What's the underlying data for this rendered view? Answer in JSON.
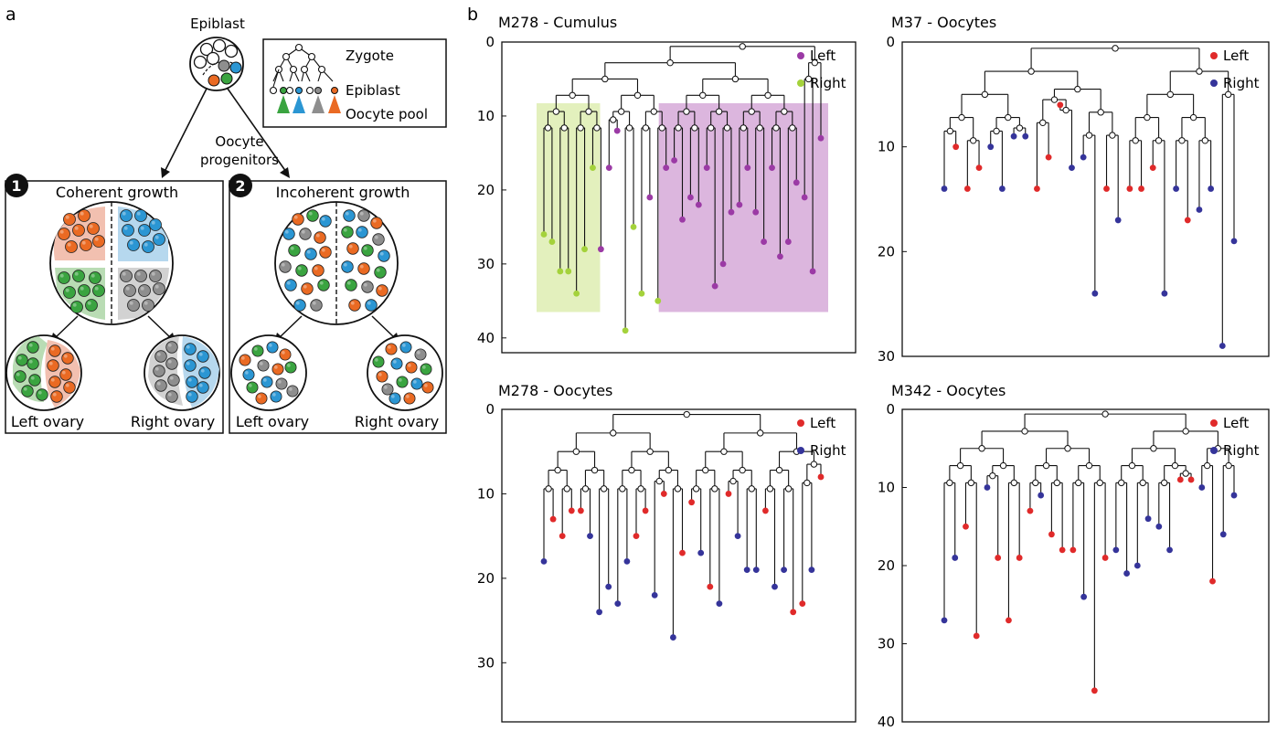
{
  "panel_a": {
    "label": "a",
    "epiblast": "Epiblast",
    "legend": {
      "zygote": "Zygote",
      "epiblast": "Epiblast",
      "oocyte_pool": "Oocyte pool"
    },
    "progenitors_line1": "Oocyte",
    "progenitors_line2": "progenitors",
    "scenario1": {
      "number": "1",
      "title": "Coherent growth",
      "left": "Left ovary",
      "right": "Right ovary"
    },
    "scenario2": {
      "number": "2",
      "title": "Incoherent growth",
      "left": "Left ovary",
      "right": "Right ovary"
    },
    "colors": {
      "orange": "#ea6a23",
      "blue": "#2b96d3",
      "green": "#3aa440",
      "gray": "#8e8e8e",
      "orange_zone": "#f2c0b0",
      "blue_zone": "#b6d8ee",
      "green_zone": "#b9dcb4",
      "gray_zone": "#d2d2d2"
    }
  },
  "panel_b": {
    "label": "b"
  },
  "chart_data": [
    {
      "type": "dendrogram",
      "title": "M278 - Cumulus",
      "ylim": [
        0,
        42
      ],
      "yticks": [
        0,
        10,
        20,
        30,
        40
      ],
      "legend": [
        {
          "name": "Left",
          "color": "#9b3aa5"
        },
        {
          "name": "Right",
          "color": "#a4d23b"
        }
      ],
      "highlight_regions": [
        {
          "group": "Right",
          "color": "#e3f0bd"
        },
        {
          "group": "Left",
          "color": "#dcb6de"
        }
      ],
      "leaf_depths": [
        26,
        27,
        31,
        31,
        34,
        28,
        17,
        28,
        17,
        12,
        39,
        25,
        34,
        21,
        35,
        17,
        16,
        24,
        21,
        22,
        17,
        33,
        30,
        23,
        22,
        17,
        23,
        27,
        17,
        29,
        27,
        19,
        21,
        31,
        13
      ],
      "leaf_groups": [
        "Right",
        "Right",
        "Right",
        "Right",
        "Right",
        "Right",
        "Right",
        "Left",
        "Left",
        "Left",
        "Right",
        "Right",
        "Right",
        "Left",
        "Right",
        "Left",
        "Left",
        "Left",
        "Left",
        "Left",
        "Left",
        "Left",
        "Left",
        "Left",
        "Left",
        "Left",
        "Left",
        "Left",
        "Left",
        "Left",
        "Left",
        "Left",
        "Left",
        "Left",
        "Left"
      ]
    },
    {
      "type": "dendrogram",
      "title": "M37 - Oocytes",
      "ylim": [
        0,
        30
      ],
      "yticks": [
        0,
        10,
        20,
        30
      ],
      "legend": [
        {
          "name": "Left",
          "color": "#e02a2a"
        },
        {
          "name": "Right",
          "color": "#35349a"
        }
      ],
      "leaf_depths": [
        14,
        10,
        14,
        12,
        10,
        14,
        9,
        9,
        14,
        11,
        6,
        12,
        11,
        24,
        14,
        17,
        14,
        14,
        12,
        24,
        14,
        17,
        16,
        14,
        29,
        19
      ],
      "leaf_groups": [
        "Right",
        "Left",
        "Left",
        "Left",
        "Right",
        "Right",
        "Right",
        "Right",
        "Left",
        "Left",
        "Left",
        "Right",
        "Right",
        "Right",
        "Left",
        "Right",
        "Left",
        "Left",
        "Left",
        "Right",
        "Right",
        "Left",
        "Right",
        "Right",
        "Right",
        "Right"
      ]
    },
    {
      "type": "dendrogram",
      "title": "M278 - Oocytes",
      "ylim": [
        0,
        37
      ],
      "yticks": [
        0,
        10,
        20,
        30
      ],
      "legend": [
        {
          "name": "Left",
          "color": "#e02a2a"
        },
        {
          "name": "Right",
          "color": "#35349a"
        }
      ],
      "leaf_depths": [
        18,
        13,
        15,
        12,
        12,
        15,
        24,
        21,
        23,
        18,
        15,
        12,
        22,
        10,
        27,
        17,
        11,
        17,
        21,
        23,
        10,
        15,
        19,
        19,
        12,
        21,
        19,
        24,
        23,
        19,
        8
      ],
      "leaf_groups": [
        "Right",
        "Left",
        "Left",
        "Left",
        "Left",
        "Right",
        "Right",
        "Right",
        "Right",
        "Right",
        "Left",
        "Left",
        "Right",
        "Left",
        "Right",
        "Left",
        "Left",
        "Right",
        "Left",
        "Right",
        "Left",
        "Right",
        "Right",
        "Right",
        "Left",
        "Right",
        "Right",
        "Left",
        "Left",
        "Right",
        "Left"
      ]
    },
    {
      "type": "dendrogram",
      "title": "M342 - Oocytes",
      "ylim": [
        0,
        40
      ],
      "yticks": [
        0,
        10,
        20,
        30,
        40
      ],
      "legend": [
        {
          "name": "Left",
          "color": "#e02a2a"
        },
        {
          "name": "Right",
          "color": "#35349a"
        }
      ],
      "leaf_depths": [
        27,
        19,
        15,
        29,
        10,
        19,
        27,
        19,
        13,
        11,
        16,
        18,
        18,
        24,
        36,
        19,
        18,
        21,
        20,
        14,
        15,
        18,
        9,
        9,
        10,
        22,
        16,
        11
      ],
      "leaf_groups": [
        "Right",
        "Right",
        "Left",
        "Left",
        "Right",
        "Left",
        "Left",
        "Left",
        "Left",
        "Right",
        "Left",
        "Left",
        "Left",
        "Right",
        "Left",
        "Left",
        "Right",
        "Right",
        "Right",
        "Right",
        "Right",
        "Right",
        "Left",
        "Left",
        "Right",
        "Left",
        "Right",
        "Right"
      ]
    }
  ]
}
